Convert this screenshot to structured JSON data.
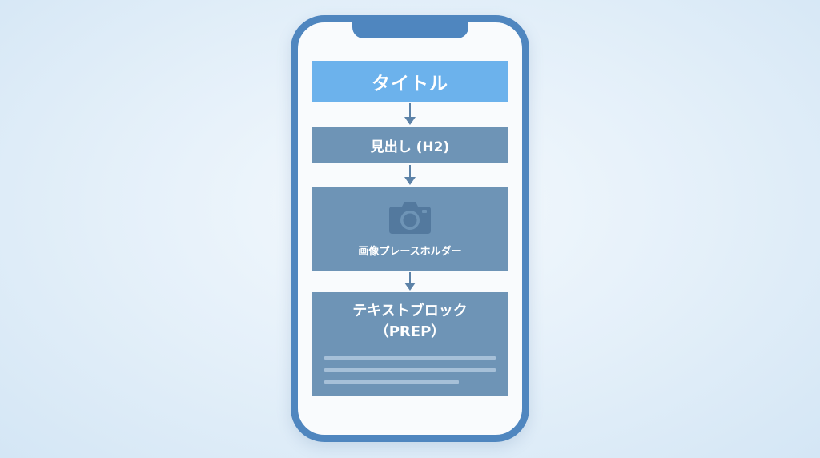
{
  "blocks": {
    "title": "タイトル",
    "heading": "見出し (H2)",
    "image": {
      "icon": "camera-icon",
      "label": "画像プレースホルダー"
    },
    "text": {
      "title": "テキストブロック",
      "subtitle": "（PREP）"
    }
  },
  "colors": {
    "phone_frame": "#4f86bf",
    "title_block": "#6cb2ec",
    "content_block": "#6e94b6",
    "arrow": "#5c82a8",
    "text_lines": "#a6c0d8"
  }
}
